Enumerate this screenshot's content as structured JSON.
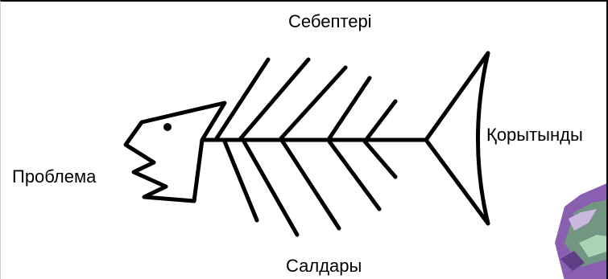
{
  "diagram": {
    "causes_label": "Себептері",
    "problem_label": "Проблема",
    "conclusion_label": "Қорытынды",
    "effects_label": "Салдары"
  },
  "colors": {
    "stroke": "#000000",
    "background": "#ffffff",
    "decor_purple": "#8a5fb0",
    "decor_green": "#6fa07a"
  }
}
